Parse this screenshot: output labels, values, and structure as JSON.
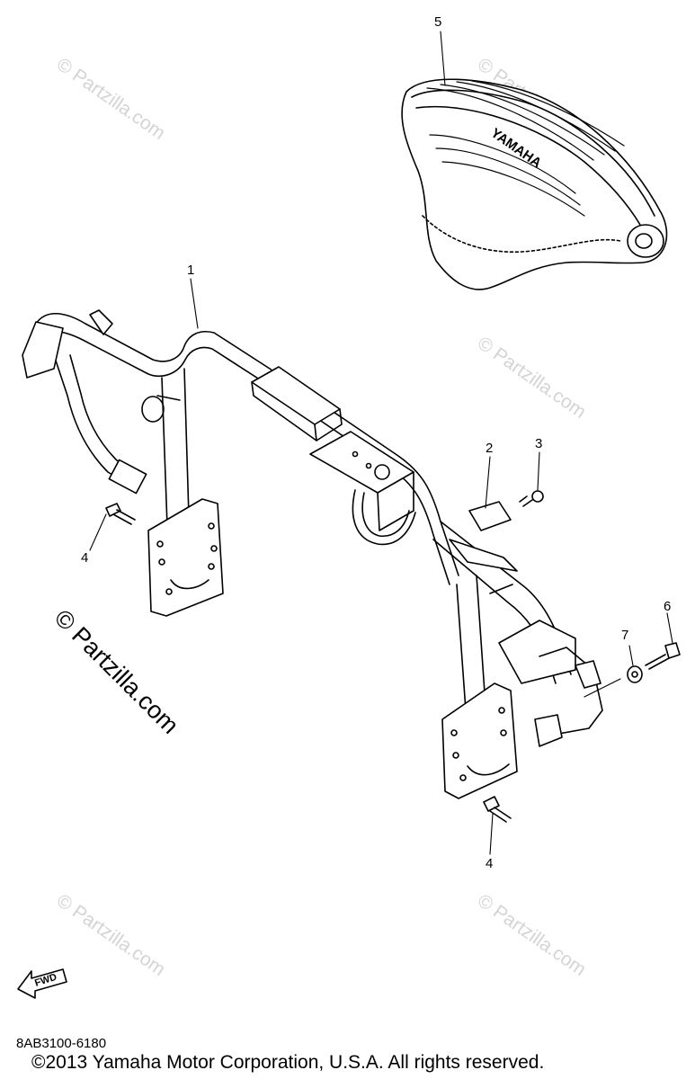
{
  "callouts": {
    "c1": "1",
    "c2": "2",
    "c3": "3",
    "c4a": "4",
    "c4b": "4",
    "c5": "5",
    "c6": "6",
    "c7": "7"
  },
  "seat_brand": "YAMAHA",
  "fwd_label": "FWD",
  "watermark_light": "© Partzilla.com",
  "watermark_main": "© Partzilla.com",
  "diagram_code": "8AB3100-6180",
  "copyright": "©2013  Yamaha Motor Corporation, U.S.A. All rights reserved."
}
